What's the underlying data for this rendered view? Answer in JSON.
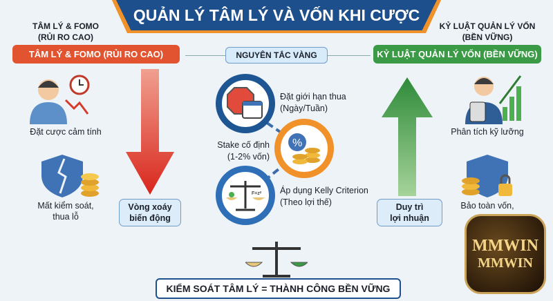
{
  "title": "QUẢN LÝ TÂM LÝ VÀ VỐN KHI CƯỢC",
  "left": {
    "heading_line1": "TÂM LÝ & FOMO",
    "heading_line2": "(RỦI RO CAO)",
    "pill": "TÂM LÝ & FOMO (RỦI RO CAO)",
    "item1": "Đặt cược cảm tính",
    "item2_line1": "Mất kiểm soát,",
    "item2_line2": "thua lỗ",
    "arrow_box_line1": "Vòng xoáy",
    "arrow_box_line2": "biến động",
    "color": "#e2532f"
  },
  "center": {
    "pill": "NGUYÊN TẮC VÀNG",
    "rule1_line1": "Đặt giới hạn thua",
    "rule1_line2": "(Ngày/Tuần)",
    "rule2_line1": "Stake cố định",
    "rule2_line2": "(1-2% vốn)",
    "rule3_line1": "Áp dụng Kelly Criterion",
    "rule3_line2": "(Theo lợi thế)",
    "formula": "F=z²"
  },
  "right": {
    "heading_line1": "KỶ LUẬT QUẢN LÝ VỐN",
    "heading_line2": "(BỀN VỮNG)",
    "pill": "KỶ LUẬT QUẢN LÝ VỐN (BỀN VỮNG)",
    "item1": "Phân tích kỹ lưỡng",
    "item2_line1": "Bảo toàn vốn,",
    "arrow_box_line1": "Duy trì",
    "arrow_box_line2": "lợi nhuận",
    "color": "#3a9a45"
  },
  "footer": "KIỂM SOÁT TÂM LÝ = THÀNH CÔNG BỀN VỮNG",
  "logo": {
    "text1": "MMWIN",
    "text2": "MMWIN"
  }
}
